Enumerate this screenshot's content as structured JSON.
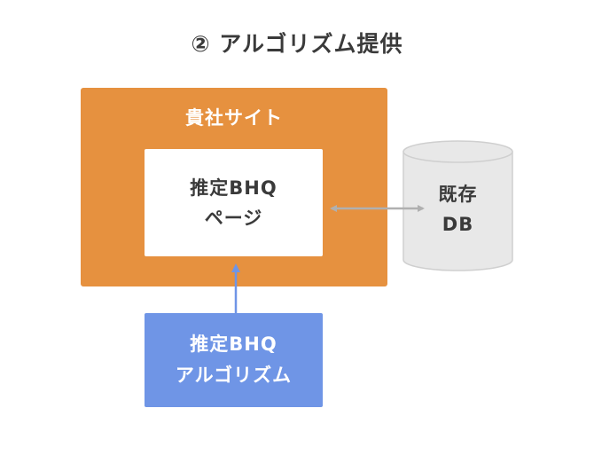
{
  "title": "② アルゴリズム提供",
  "site_box": {
    "label": "貴社サイト",
    "color": "#e6913f"
  },
  "page_box": {
    "line1": "推定BHQ",
    "line2": "ページ",
    "color": "#ffffff"
  },
  "database": {
    "line1": "既存",
    "line2": "DB",
    "fill": "#e8e8e8",
    "stroke": "#cfcfcf"
  },
  "algorithm_box": {
    "line1": "推定BHQ",
    "line2": "アルゴリズム",
    "color": "#6f95e6"
  },
  "connectors": {
    "page_db_arrow": {
      "icon": "double-arrow-icon",
      "color": "#b0b0b0"
    },
    "algo_page_arrow": {
      "icon": "up-arrow-icon",
      "color": "#6f95e6"
    }
  }
}
